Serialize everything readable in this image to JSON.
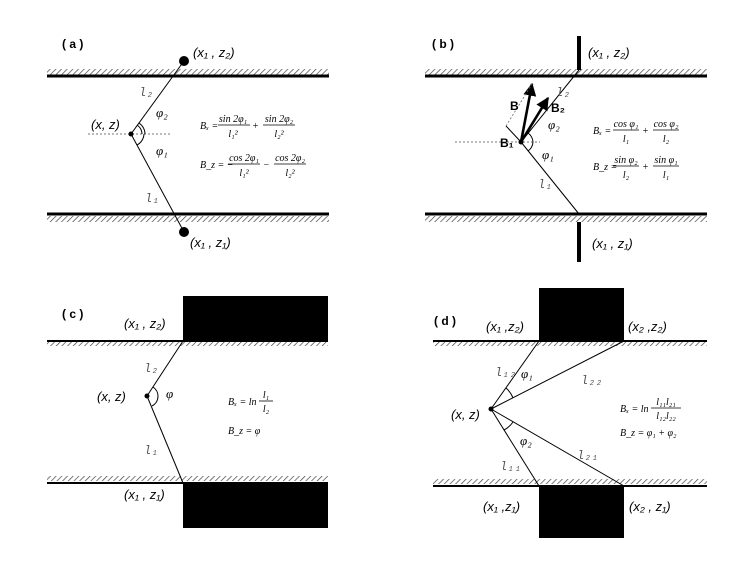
{
  "panels": {
    "a": {
      "label": "( a )",
      "p_top": "(x₁ , z₂)",
      "p_mid": "(x, z)",
      "p_bot": "(x₁ , z₁)",
      "l_top": "l₂",
      "l_bot": "l₁",
      "ang_top": "φ₂",
      "ang_bot": "φ₁",
      "eq1_lhs": "Bₓ =",
      "eq1_n1": "sin 2φ₁",
      "eq1_d1": "l₁²",
      "eq1_op": "+",
      "eq1_n2": "sin 2φ₂",
      "eq1_d2": "l₂²",
      "eq2_lhs": "B_z = −",
      "eq2_n1": "cos 2φ₁",
      "eq2_d1": "l₁²",
      "eq2_op": "−",
      "eq2_n2": "cos 2φ₂",
      "eq2_d2": "l₂²"
    },
    "b": {
      "label": "( b )",
      "p_top": "(x₁ , z₂)",
      "p_bot": "(x₁ , z₁)",
      "l_top": "l₂",
      "l_bot": "l₁",
      "ang_top": "φ₂",
      "ang_bot": "φ₁",
      "vec_B": "B",
      "vec_B1": "B₁",
      "vec_B2": "B₂",
      "eq1_lhs": "Bₓ =",
      "eq1_n1": "cos φ₁",
      "eq1_d1": "l₁",
      "eq1_op": "+",
      "eq1_n2": "cos φ₂",
      "eq1_d2": "l₂",
      "eq2_lhs": "B_z =",
      "eq2_n1": "sin φ₂",
      "eq2_d1": "l₂",
      "eq2_op": "+",
      "eq2_n2": "sin φ₁",
      "eq2_d2": "l₁"
    },
    "c": {
      "label": "( c )",
      "p_top": "(x₁ , z₂)",
      "p_mid": "(x, z)",
      "p_bot": "(x₁ , z₁)",
      "l_top": "l₂",
      "l_bot": "l₁",
      "ang": "φ",
      "eq1_lhs": "Bₓ = ln",
      "eq1_n": "l₁",
      "eq1_d": "l₂",
      "eq2": "B_z = φ"
    },
    "d": {
      "label": "( d )",
      "p_tl": "(x₁ ,z₂)",
      "p_tr": "(x₂ ,z₂)",
      "p_mid": "(x, z)",
      "p_bl": "(x₁ ,z₁)",
      "p_br": "(x₂ , z₁)",
      "l12": "l₁₂",
      "l22": "l₂₂",
      "l11": "l₁₁",
      "l21": "l₂₁",
      "ang1": "φ₁",
      "ang2": "φ₂",
      "eq1_lhs": "Bₓ = ln",
      "eq1_n": "l₁₁l₂₁",
      "eq1_d": "l₁₂l₂₂",
      "eq2": "B_z = φ₁ + φ₂"
    }
  }
}
